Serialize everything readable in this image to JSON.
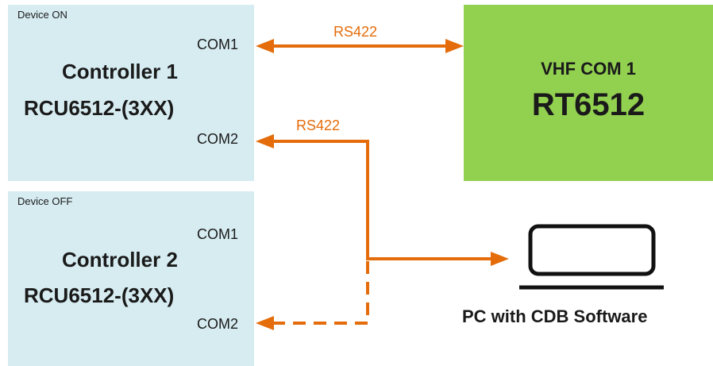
{
  "controller1": {
    "status": "Device ON",
    "port1": "COM1",
    "port2": "COM2",
    "name": "Controller 1",
    "model": "RCU6512-(3XX)"
  },
  "controller2": {
    "status": "Device OFF",
    "port1": "COM1",
    "port2": "COM2",
    "name": "Controller 2",
    "model": "RCU6512-(3XX)"
  },
  "radio": {
    "title": "VHF COM 1",
    "model": "RT6512"
  },
  "links": {
    "top_label": "RS422",
    "middle_label": "RS422"
  },
  "pc": {
    "label": "PC with CDB Software",
    "icon": "laptop-icon"
  },
  "colors": {
    "controller_fill": "#d6ecf1",
    "radio_fill": "#92d050",
    "link_color": "#e46c0a"
  }
}
